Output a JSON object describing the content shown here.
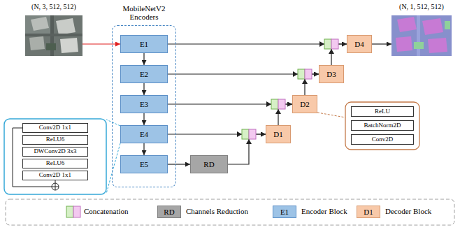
{
  "diagram": {
    "nodes": [
      {
        "text": [
          "(N, 3, 512, 512)"
        ]
      },
      {
        "text": [
          "MobileNetV2 Encoders"
        ]
      },
      {
        "text": [
          "E1"
        ],
        "in": 1
      },
      {
        "text": [
          "E2"
        ],
        "in": 1
      },
      {
        "text": [
          "E3"
        ],
        "in": 1
      },
      {
        "text": [
          "E4"
        ],
        "in": 1
      },
      {
        "text": [
          "E5"
        ],
        "in": 1
      },
      {
        "text": [
          "RD"
        ]
      },
      {
        "text": [
          "D1"
        ]
      },
      {
        "text": [
          "D2"
        ]
      },
      {
        "text": [
          "D3"
        ]
      },
      {
        "text": [
          "D4"
        ]
      },
      {
        "text": [
          "(N, 1, 512, 512)"
        ]
      },
      {
        "text": [
          "Conv2D 1x1"
        ]
      },
      {
        "text": [
          "ReLU6"
        ]
      },
      {
        "text": [
          "DWConv2D 3x3"
        ]
      },
      {
        "text": [
          "ReLU6"
        ]
      },
      {
        "text": [
          "Conv2D 1x1"
        ]
      },
      {
        "text": [
          "ReLU"
        ]
      },
      {
        "text": [
          "BatchNorm2D"
        ]
      },
      {
        "text": [
          "Conv2D"
        ]
      }
    ],
    "edges": [
      {
        "from": 0,
        "to": 2,
        "arrow": "to"
      },
      {
        "from": 2,
        "to": 3,
        "arrow": "to"
      },
      {
        "from": 3,
        "to": 4,
        "arrow": "to"
      },
      {
        "from": 4,
        "to": 5,
        "arrow": "to"
      },
      {
        "from": 5,
        "to": 6,
        "arrow": "to"
      },
      {
        "from": 6,
        "to": 7,
        "arrow": "to"
      },
      {
        "from": 5,
        "to": 8,
        "arrow": "to"
      },
      {
        "from": 7,
        "to": 8,
        "arrow": "to"
      },
      {
        "from": 4,
        "to": 9,
        "arrow": "to"
      },
      {
        "from": 8,
        "to": 9,
        "arrow": "to"
      },
      {
        "from": 3,
        "to": 10,
        "arrow": "to"
      },
      {
        "from": 9,
        "to": 10,
        "arrow": "to"
      },
      {
        "from": 2,
        "to": 11,
        "arrow": "to"
      },
      {
        "from": 10,
        "to": 11,
        "arrow": "to"
      },
      {
        "from": 11,
        "to": 12,
        "arrow": "to"
      }
    ],
    "labels": [
      "RD",
      "E1",
      "D1"
    ],
    "legend": [
      {
        "text": "Concatenation"
      },
      {
        "text": "Channels Reduction",
        "color": "#a6a6a6"
      },
      {
        "text": "Encoder Block",
        "color": "#9dc3e6"
      },
      {
        "text": "Decoder Block",
        "color": "#f8c9a9"
      }
    ]
  }
}
